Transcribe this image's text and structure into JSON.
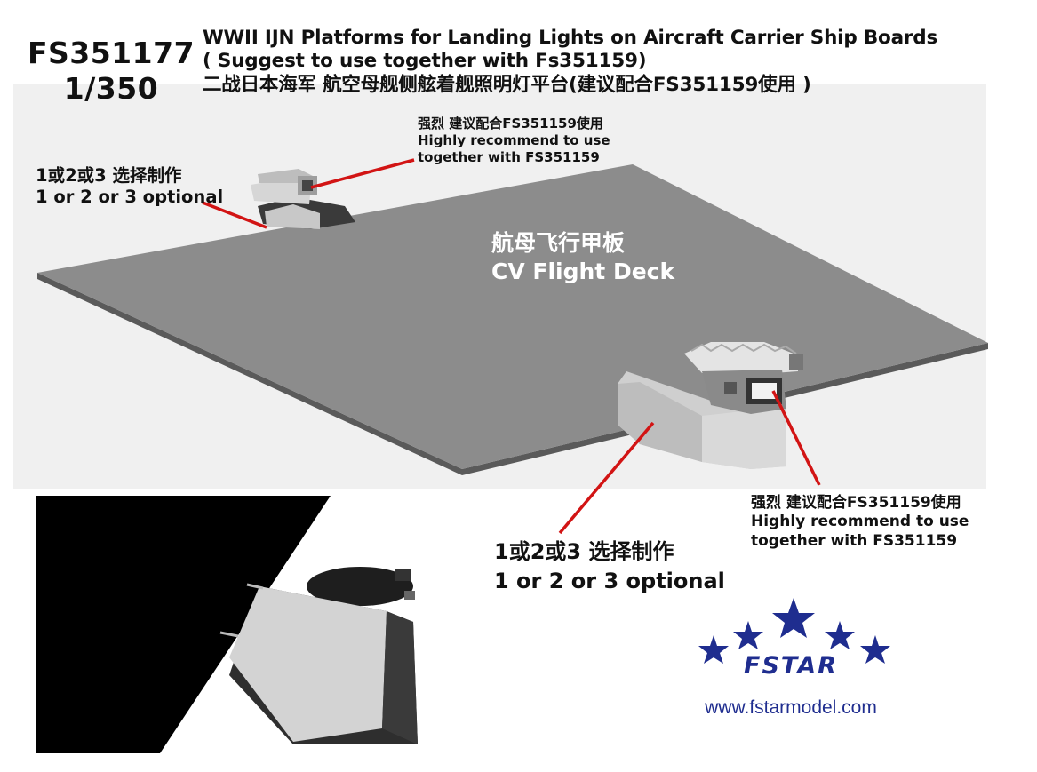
{
  "product": {
    "code": "FS351177",
    "scale": "1/350"
  },
  "title": {
    "line1": "WWII IJN Platforms for Landing Lights on Aircraft Carrier Ship Boards",
    "line2": "( Suggest to use together with Fs351159)",
    "line3": "二战日本海军 航空母舰侧舷着舰照明灯平台(建议配合FS351159使用 )"
  },
  "annotations": {
    "top_recommend_cn": "强烈 建议配合FS351159使用",
    "top_recommend_en1": "Highly recommend to use",
    "top_recommend_en2": "together with FS351159",
    "left_optional_cn": "1或2或3 选择制作",
    "left_optional_en": "1 or 2 or 3 optional",
    "deck_cn": "航母飞行甲板",
    "deck_en": "CV Flight Deck",
    "right_recommend_cn": "强烈 建议配合FS351159使用",
    "right_recommend_en1": "Highly recommend to use",
    "right_recommend_en2": "together with FS351159",
    "bottom_optional_cn": "1或2或3 选择制作",
    "bottom_optional_en": "1 or 2 or 3 optional"
  },
  "brand": {
    "name": "FSTAR",
    "url": "www.fstarmodel.com"
  },
  "colors": {
    "deck": "#8c8c8c",
    "callout_line": "#d21414",
    "brand_blue": "#1f2d8f"
  }
}
